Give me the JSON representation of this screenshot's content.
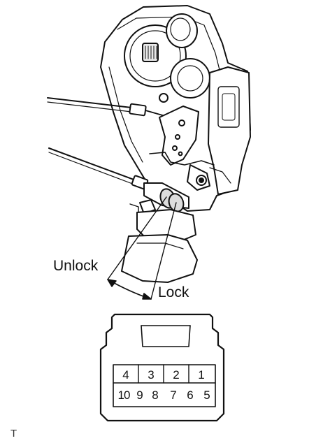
{
  "labels": {
    "unlock": "Unlock",
    "lock": "Lock"
  },
  "connector": {
    "top_row": [
      "4",
      "3",
      "2",
      "1"
    ],
    "bottom_row": [
      "10",
      "9",
      "8",
      "7",
      "6",
      "5"
    ]
  },
  "footer_mark": "T"
}
